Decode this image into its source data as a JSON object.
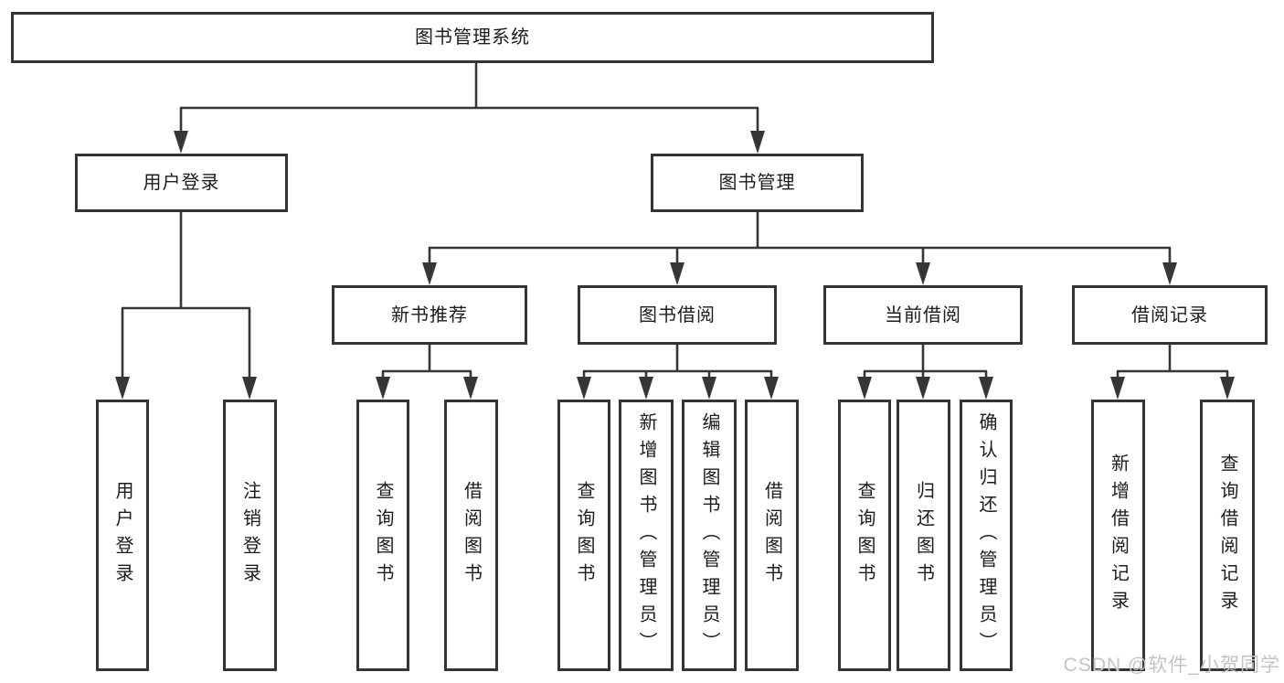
{
  "diagram": {
    "root": "图书管理系统",
    "branches": {
      "login": "用户登录",
      "management": "图书管理"
    },
    "modules": {
      "recommend": "新书推荐",
      "borrow": "图书借阅",
      "current": "当前借阅",
      "records": "借阅记录"
    },
    "leaves": {
      "login": [
        "用户登录",
        "注销登录"
      ],
      "recommend": [
        "查询图书",
        "借阅图书"
      ],
      "borrow": [
        "查询图书",
        "新增图书（管理员）",
        "编辑图书（管理员）",
        "借阅图书"
      ],
      "current": [
        "查询图书",
        "归还图书",
        "确认归还（管理员）"
      ],
      "records": [
        "新增借阅记录",
        "查询借阅记录"
      ]
    }
  },
  "watermark": "CSDN @软件_小贺同学",
  "colors": {
    "line": "#363636",
    "border": "#343434",
    "text": "#1c1c1c",
    "watermark": "#c6c2c5",
    "background": "#ffffff"
  }
}
